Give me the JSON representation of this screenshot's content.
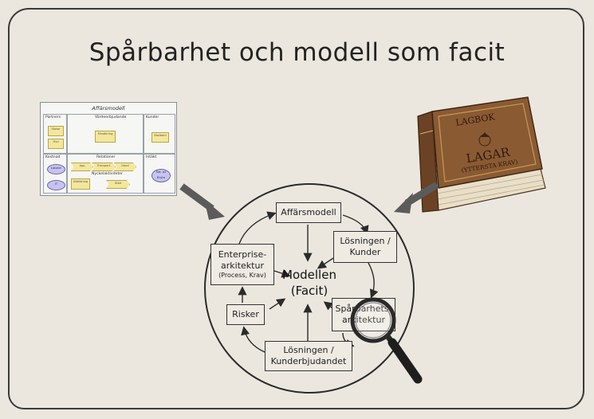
{
  "title": "Spårbarhet och modell som facit",
  "canvas": {
    "heading": "Affärsmodell",
    "sections": {
      "partners": "Partners",
      "value": "Värdeerbjudande",
      "customers": "Kunder",
      "costs": "Kostnad",
      "relations": "Relationer",
      "revenue": "Intäkt",
      "key_activities": "Nyckelaktiviteter"
    },
    "notes": {
      "p1": "Skolor",
      "p2": "Trivi",
      "v1": "Försäkring",
      "k1": "Skolbarn",
      "c1": "Lokaler",
      "c2": "IT",
      "r1": "App",
      "r2": "Transport",
      "r3": "Hand",
      "a1": "Utbildning",
      "a2": "Stöd",
      "rev1": "Sat. av Bryta"
    }
  },
  "book": {
    "top": "LAGBOK",
    "main": "LAGAR",
    "sub": "(YTTERSTA KRAV)"
  },
  "cycle": {
    "affarsmodell": "Affärsmodell",
    "losningen_kunder_1": "Lösningen /",
    "losningen_kunder_2": "Kunder",
    "sparbarhet_1": "Spårbarhets-",
    "sparbarhet_2": "arkitektur",
    "kunderbjudandet_1": "Lösningen /",
    "kunderbjudandet_2": "Kunderbjudandet",
    "risker": "Risker",
    "enterprise_1": "Enterprise-",
    "enterprise_2": "arkitektur",
    "enterprise_3": "(Process, Krav)",
    "center_1": "Modellen",
    "center_2": "(Facit)"
  },
  "colors": {
    "background": "#ebe6de",
    "ink": "#2b2b2b",
    "note": "#f4e69a",
    "oval": "#c7c3f0",
    "leather": "#8a5a33"
  }
}
